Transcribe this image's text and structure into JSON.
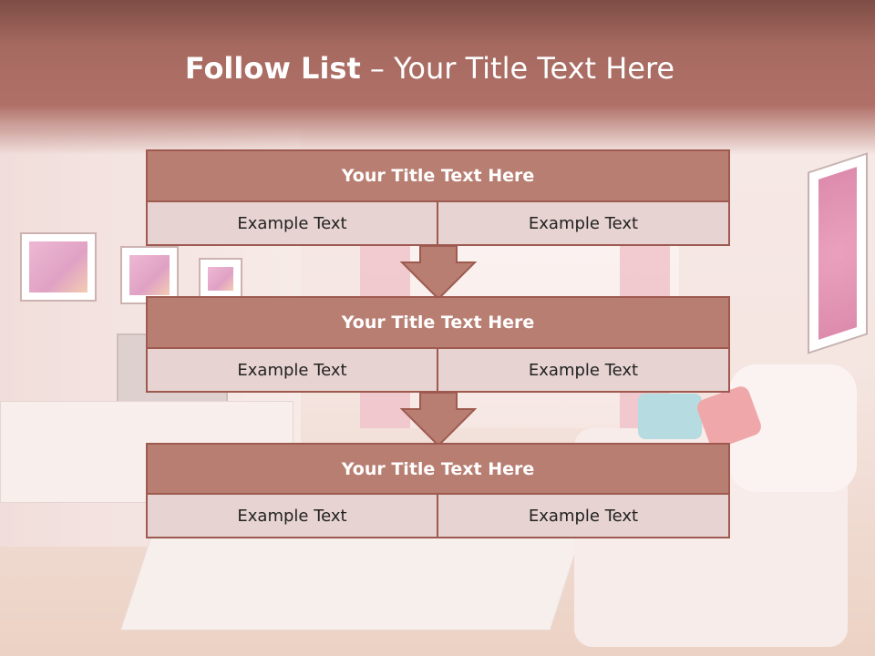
{
  "slide": {
    "title_strong": "Follow List",
    "title_rest": " – Your Title Text Here",
    "blocks": [
      {
        "title": "Your Title Text Here",
        "cells": [
          "Example Text",
          "Example Text"
        ]
      },
      {
        "title": "Your Title Text Here",
        "cells": [
          "Example Text",
          "Example Text"
        ]
      },
      {
        "title": "Your Title Text Here",
        "cells": [
          "Example Text",
          "Example Text"
        ]
      }
    ]
  },
  "colors": {
    "header": "#a66a60",
    "block_title_bg": "#b87e72",
    "border": "#9e5a50",
    "cell_bg": "#e7d3d1",
    "arrow": "#b87e72"
  },
  "icons": [
    "down-arrow-icon"
  ]
}
